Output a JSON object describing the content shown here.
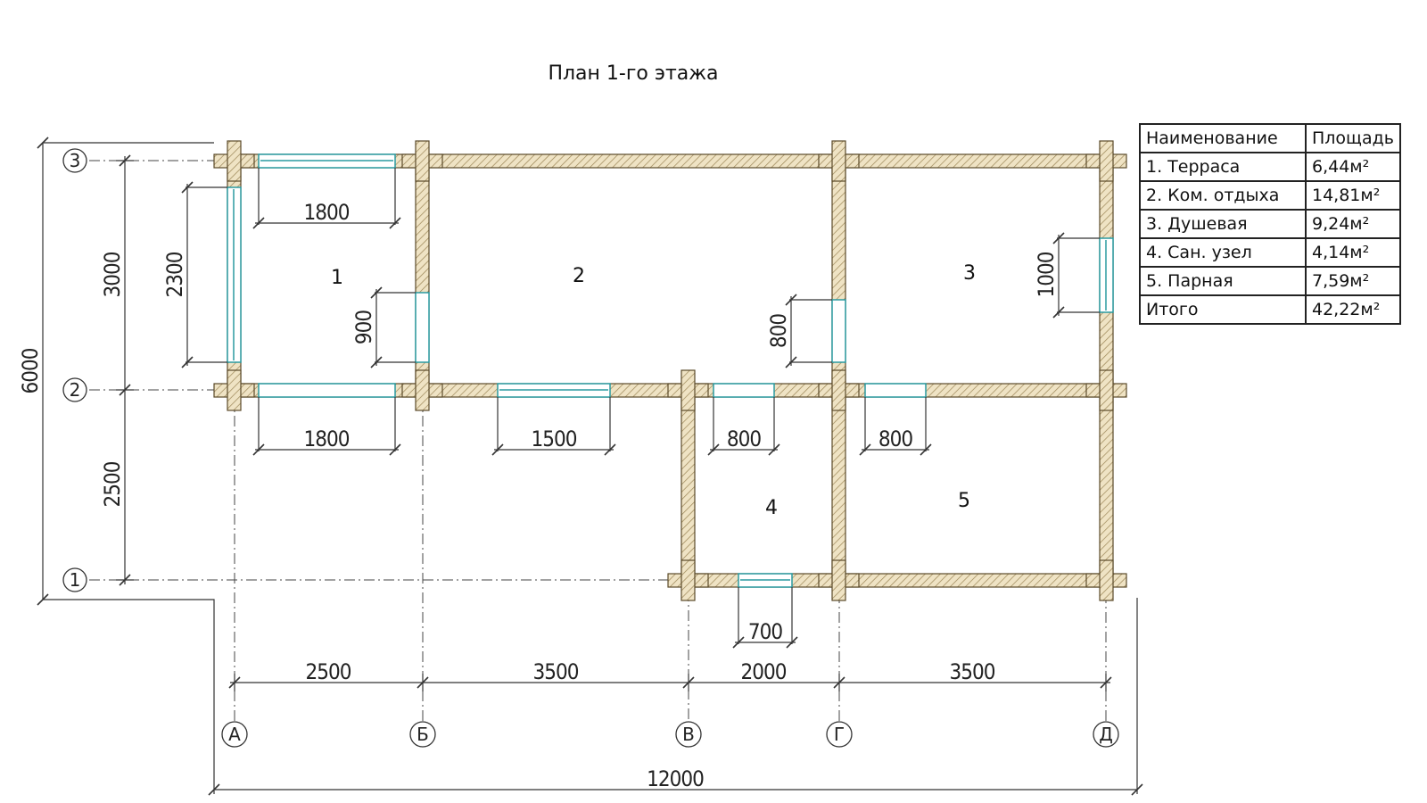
{
  "title": "План 1-го этажа",
  "table": {
    "headers": [
      "Наименование",
      "Площадь"
    ],
    "rows": [
      {
        "name": "1. Терраса",
        "area": "6,44м²"
      },
      {
        "name": "2. Ком. отдыха",
        "area": "14,81м²"
      },
      {
        "name": "3. Душевая",
        "area": "9,24м²"
      },
      {
        "name": "4. Сан. узел",
        "area": "4,14м²"
      },
      {
        "name": "5. Парная",
        "area": "7,59м²"
      },
      {
        "name": "Итого",
        "area": "42,22м²"
      }
    ]
  },
  "rooms": [
    "1",
    "2",
    "3",
    "4",
    "5"
  ],
  "axes": {
    "letters": [
      "А",
      "Б",
      "В",
      "Г",
      "Д"
    ],
    "numbers": [
      "1",
      "2",
      "3"
    ]
  },
  "dimensions": {
    "total_width": "12000",
    "total_height": "6000",
    "bottom_chain": [
      "2500",
      "3500",
      "2000",
      "3500"
    ],
    "left_chain": [
      "2500",
      "3000"
    ],
    "opening_top_1800": "1800",
    "opening_left_2300": "2300",
    "opening_900": "900",
    "opening_bottom_1800": "1800",
    "opening_1500": "1500",
    "opening_800_a": "800",
    "opening_800_b": "800",
    "opening_800_v": "800",
    "opening_1000": "1000",
    "opening_700": "700"
  },
  "colors": {
    "wall_fill": "#efe3c4",
    "wall_stroke": "#5a4a2a",
    "window": "#2a9aa0",
    "line": "#333333"
  }
}
